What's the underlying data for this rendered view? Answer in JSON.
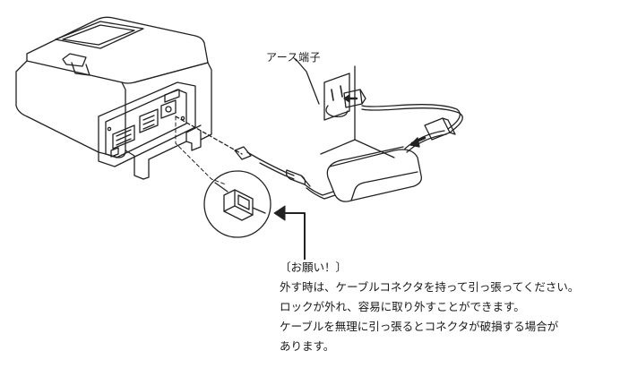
{
  "labels": {
    "earth_terminal": "アース端子"
  },
  "note": {
    "heading": "〔お願い！〕",
    "lines": [
      "外す時は、ケーブルコネクタを持って引っ張ってください。",
      "ロックが外れ、容易に取り外すことができます。",
      "ケーブルを無理に引っ張るとコネクタが破損する場合が",
      "あります。"
    ]
  }
}
